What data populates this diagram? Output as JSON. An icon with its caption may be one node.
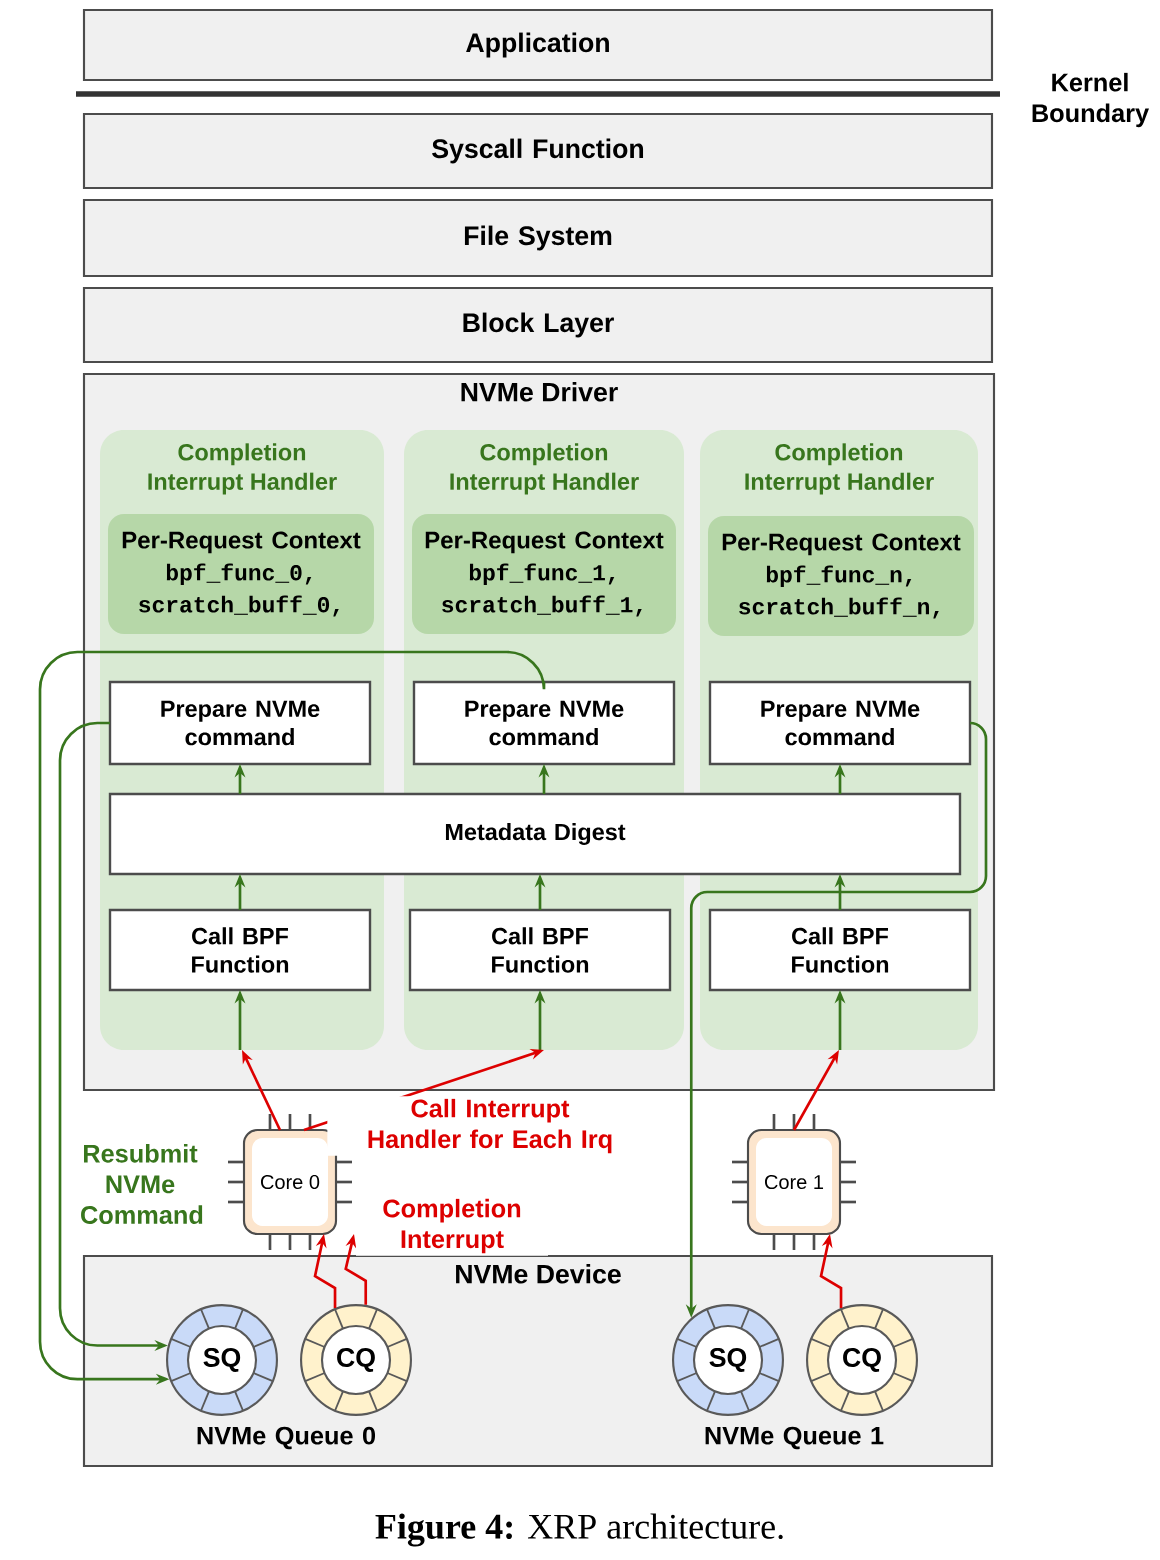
{
  "diagram": {
    "caption": "**Figure 4:** XRP architecture.",
    "nodes": [
      {
        "text": [
          "Application"
        ]
      },
      {
        "text": [
          "Syscall Function"
        ]
      },
      {
        "text": [
          "File System"
        ]
      },
      {
        "text": [
          "Block Layer"
        ]
      },
      {
        "text": [
          "NVMe Driver"
        ]
      },
      {
        "text": [
          "Completion Interrupt Handler"
        ],
        "in": 4
      },
      {
        "text": [
          "Per-Request Context",
          "bpf_func_0,",
          "scratch_buff_0,"
        ],
        "in": 5
      },
      {
        "text": [
          "Prepare NVMe command"
        ],
        "in": 5
      },
      {
        "text": [
          "Call BPF Function"
        ],
        "in": 5
      },
      {
        "text": [
          "Completion Interrupt Handler"
        ],
        "in": 4
      },
      {
        "text": [
          "Per-Request Context",
          "bpf_func_1,",
          "scratch_buff_1,"
        ],
        "in": 9
      },
      {
        "text": [
          "Prepare NVMe command"
        ],
        "in": 9
      },
      {
        "text": [
          "Call BPF Function"
        ],
        "in": 9
      },
      {
        "text": [
          "Completion Interrupt Handler"
        ],
        "in": 4
      },
      {
        "text": [
          "Per-Request Context",
          "bpf_func_n,",
          "scratch_buff_n,"
        ],
        "in": 13
      },
      {
        "text": [
          "Prepare NVMe command"
        ],
        "in": 13
      },
      {
        "text": [
          "Call BPF Function"
        ],
        "in": 13
      },
      {
        "text": [
          "Metadata Digest"
        ],
        "in": 4
      },
      {
        "text": [
          "Core 0"
        ]
      },
      {
        "text": [
          "Core 1"
        ]
      },
      {
        "text": [
          "NVMe Device"
        ]
      },
      {
        "text": [
          "SQ"
        ],
        "in": 20
      },
      {
        "text": [
          "CQ"
        ],
        "in": 20
      },
      {
        "text": [
          "SQ"
        ],
        "in": 20
      },
      {
        "text": [
          "CQ"
        ],
        "in": 20
      }
    ],
    "edges": [
      {
        "from": 5,
        "to": 8,
        "arrow": "to"
      },
      {
        "from": 8,
        "to": 17,
        "arrow": "to"
      },
      {
        "from": 17,
        "to": 7,
        "arrow": "to"
      },
      {
        "from": 9,
        "to": 12,
        "arrow": "to"
      },
      {
        "from": 12,
        "to": 17,
        "arrow": "to"
      },
      {
        "from": 17,
        "to": 11,
        "arrow": "to"
      },
      {
        "from": 13,
        "to": 16,
        "arrow": "to"
      },
      {
        "from": 16,
        "to": 17,
        "arrow": "to"
      },
      {
        "from": 17,
        "to": 15,
        "arrow": "to"
      },
      {
        "from": 18,
        "to": 5,
        "arrow": "to",
        "color": "#dd0000"
      },
      {
        "from": 18,
        "to": 9,
        "arrow": "to",
        "color": "#dd0000",
        "label": "Call Interrupt Handler for Each Irq"
      },
      {
        "from": 19,
        "to": 13,
        "arrow": "to",
        "color": "#dd0000"
      },
      {
        "from": 22,
        "to": 18,
        "arrow": "to",
        "color": "#dd0000"
      },
      {
        "from": 22,
        "to": 18,
        "arrow": "to",
        "color": "#dd0000",
        "label": "Completion Interrupt"
      },
      {
        "from": 24,
        "to": 19,
        "arrow": "to",
        "color": "#dd0000"
      },
      {
        "from": 7,
        "to": 21,
        "arrow": "to"
      },
      {
        "from": 11,
        "to": 21,
        "arrow": "to",
        "label": "Resubmit NVMe Command"
      },
      {
        "from": 15,
        "to": 23,
        "arrow": "to"
      }
    ],
    "labels": [
      "Kernel Boundary",
      "NVMe Queue 0",
      "NVMe Queue 1"
    ]
  }
}
